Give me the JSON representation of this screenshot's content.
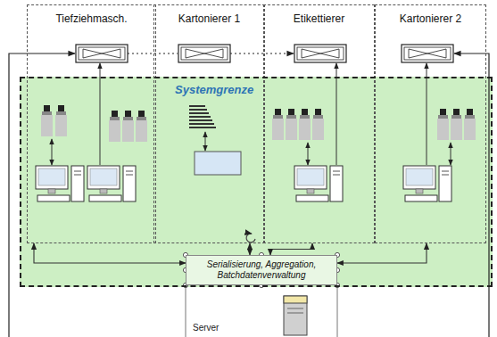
{
  "diagram": {
    "nodes": [
      {
        "text": [
          "Tiefziehmasch."
        ]
      },
      {
        "text": [
          "Kartonierer 1"
        ]
      },
      {
        "text": [
          "Etikettierer"
        ]
      },
      {
        "text": [
          "Kartonierer 2"
        ]
      },
      {
        "text": [
          "Systemgrenze"
        ]
      },
      {
        "text": [
          "Serialisierung, Aggregation, Batchdatenverwaltung"
        ],
        "in": 4
      }
    ],
    "edges": [
      {
        "from": 5,
        "to": 0,
        "arrow": "both"
      },
      {
        "from": 5,
        "to": 1,
        "arrow": "both"
      },
      {
        "from": 5,
        "to": 2,
        "arrow": "both"
      },
      {
        "from": 5,
        "to": 3,
        "arrow": "both"
      }
    ],
    "labels": [
      "Server"
    ]
  }
}
